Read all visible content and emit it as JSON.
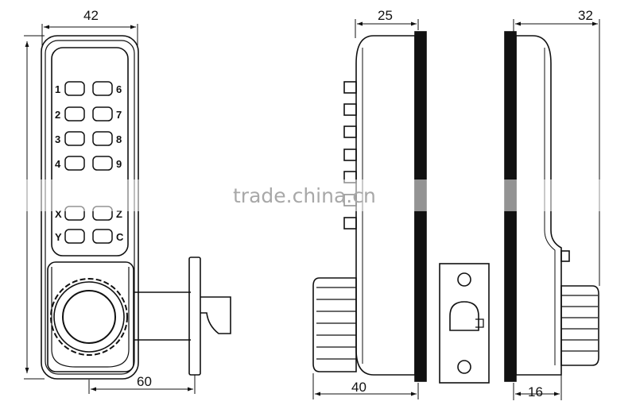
{
  "dimensions": {
    "front_width": "42",
    "latch_length": "60",
    "side_width": "25",
    "side_depth": "40",
    "rear_width": "32",
    "rear_depth": "16"
  },
  "keypad": {
    "left_labels": [
      "1",
      "2",
      "3",
      "4",
      "X",
      "Y"
    ],
    "right_labels": [
      "6",
      "7",
      "8",
      "9",
      "Z",
      "C"
    ]
  },
  "watermark": "trade.china.cn"
}
